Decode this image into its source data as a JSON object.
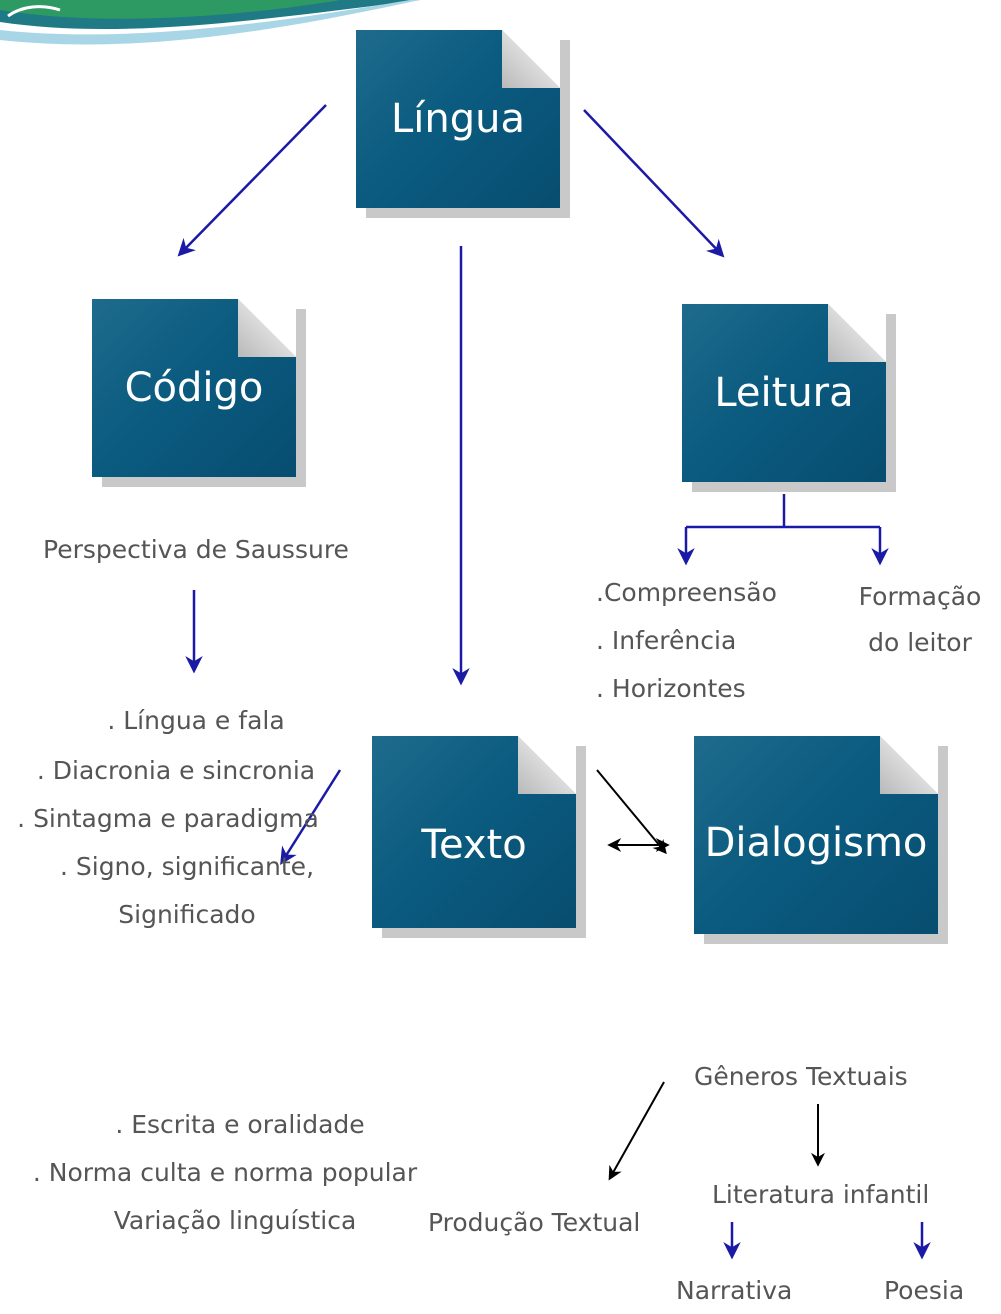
{
  "nodes": {
    "lingua": "Língua",
    "codigo": "Código",
    "leitura": "Leitura",
    "texto": "Texto",
    "dialogismo": "Dialogismo"
  },
  "codigo_section": {
    "perspectiva": "Perspectiva de Saussure",
    "items": [
      ". Língua e fala",
      ". Diacronia e sincronia",
      ". Sintagma e paradigma",
      ". Signo, significante,",
      "Significado"
    ]
  },
  "leitura_section": {
    "left_items": [
      ".Compreensão",
      ". Inferência",
      ". Horizontes"
    ],
    "formacao": [
      "Formação",
      "do leitor"
    ]
  },
  "texto_section": {
    "left_items": [
      ". Escrita e oralidade",
      ". Norma culta e norma popular",
      "Variação linguística"
    ],
    "generos": "Gêneros Textuais",
    "producao": "Produção Textual",
    "literatura": "Literatura infantil",
    "narrativa": "Narrativa",
    "poesia": "Poesia"
  },
  "colors": {
    "arrow_blue": "#1a1aa6",
    "arrow_black": "#000000",
    "box": "#0b5b80",
    "text": "#555555"
  }
}
